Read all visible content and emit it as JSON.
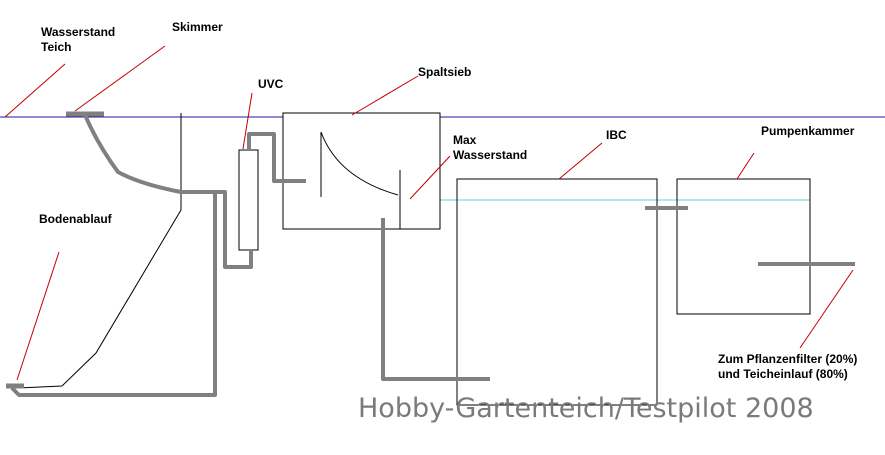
{
  "labels": {
    "wasserstand_teich": "Wasserstand\nTeich",
    "skimmer": "Skimmer",
    "uvc": "UVC",
    "spaltsieb": "Spaltsieb",
    "max_wasserstand": "Max\nWasserstand",
    "ibc": "IBC",
    "pumpenkammer": "Pumpenkammer",
    "bodenablauf": "Bodenablauf",
    "pflanzenfilter": "Zum Pflanzenfilter (20%)\nund Teicheinlauf (80%)"
  },
  "watermark": "Hobby-Gartenteich/Testpilot 2008",
  "colors": {
    "background": "#ffffff",
    "pond_level_line": "#1a1aa0",
    "max_level_line": "#5fd3d3",
    "pipe": "#808080",
    "leader_line": "#c00000",
    "outline": "#000000",
    "watermark": "#7a7a7a"
  }
}
